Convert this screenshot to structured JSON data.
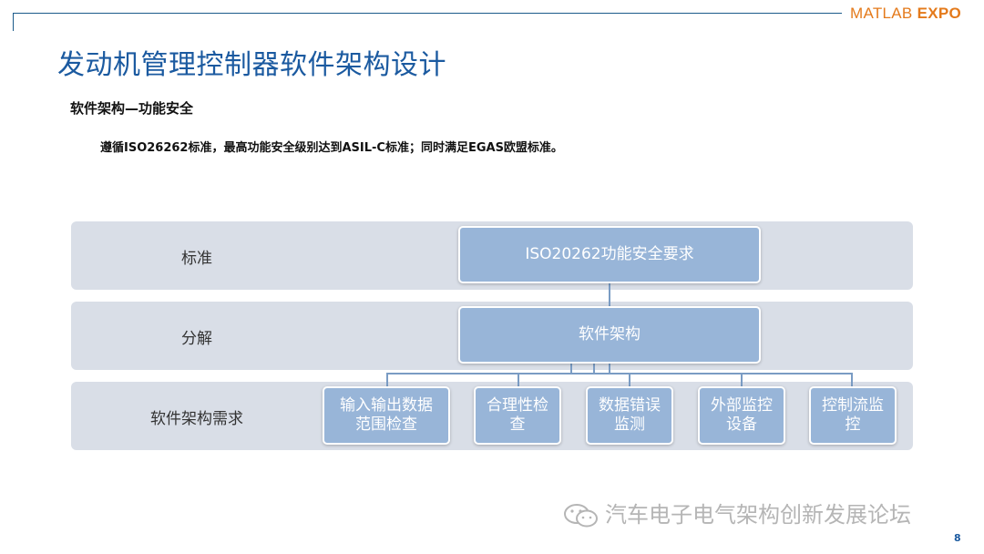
{
  "header": {
    "logo_part1": "MATLAB",
    "logo_part2": "EXPO"
  },
  "slide": {
    "title": "发动机管理控制器软件架构设计",
    "subtitle": "软件架构—功能安全",
    "description": "遵循ISO26262标准，最高功能安全级别达到ASIL-C标准；同时满足EGAS欧盟标准。",
    "page_number": "8"
  },
  "diagram": {
    "rows": [
      {
        "label": "标准",
        "box": "ISO20262功能安全要求"
      },
      {
        "label": "分解",
        "box": "软件架构"
      },
      {
        "label": "软件架构需求"
      }
    ],
    "requirements": [
      "输入输出数据范围检查",
      "合理性检查",
      "数据错误监测",
      "外部监控设备",
      "控制流监控"
    ]
  },
  "watermark": {
    "text": "汽车电子电气架构创新发展论坛"
  }
}
